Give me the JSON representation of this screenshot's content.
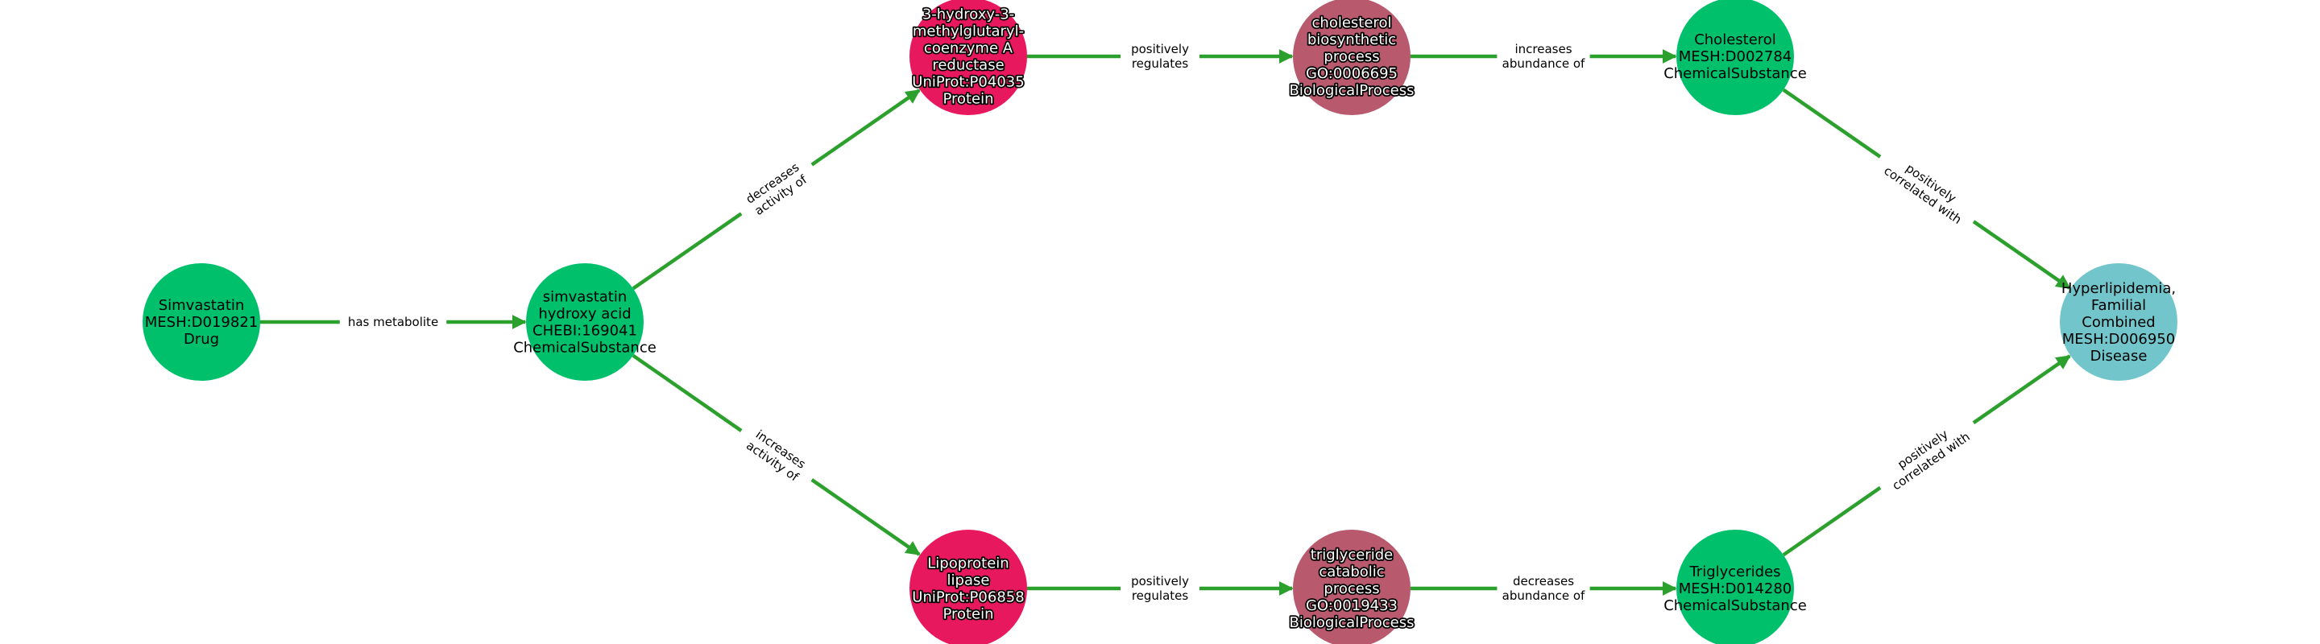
{
  "colors": {
    "edge": "#2ca02c",
    "Drug": "#00c06c",
    "ChemicalSubstance": "#00c06c",
    "Protein": "#e8185e",
    "BiologicalProcess": "#b8596e",
    "Disease": "#72c6cb"
  },
  "nodes": [
    {
      "id": "simvastatin",
      "lines": [
        "Simvastatin",
        "MESH:D019821",
        "Drug"
      ],
      "type": "Drug",
      "outlined": false
    },
    {
      "id": "shacid",
      "lines": [
        "simvastatin",
        "hydroxy acid",
        "CHEBI:169041",
        "ChemicalSubstance"
      ],
      "type": "ChemicalSubstance",
      "outlined": false
    },
    {
      "id": "hmgcr",
      "lines": [
        "3-hydroxy-3-",
        "methylglutaryl-",
        "coenzyme A",
        "reductase",
        "UniProt:P04035",
        "Protein"
      ],
      "type": "Protein",
      "outlined": true
    },
    {
      "id": "cholbio",
      "lines": [
        "cholesterol",
        "biosynthetic",
        "process",
        "GO:0006695",
        "BiologicalProcess"
      ],
      "type": "BiologicalProcess",
      "outlined": true
    },
    {
      "id": "cholesterol",
      "lines": [
        "Cholesterol",
        "MESH:D002784",
        "ChemicalSubstance"
      ],
      "type": "ChemicalSubstance",
      "outlined": false
    },
    {
      "id": "hyperlip",
      "lines": [
        "Hyperlipidemia,",
        "Familial",
        "Combined",
        "MESH:D006950",
        "Disease"
      ],
      "type": "Disease",
      "outlined": false
    },
    {
      "id": "lpl",
      "lines": [
        "Lipoprotein",
        "lipase",
        "UniProt:P06858",
        "Protein"
      ],
      "type": "Protein",
      "outlined": true
    },
    {
      "id": "tgcat",
      "lines": [
        "triglyceride",
        "catabolic",
        "process",
        "GO:0019433",
        "BiologicalProcess"
      ],
      "type": "BiologicalProcess",
      "outlined": true
    },
    {
      "id": "triglycerides",
      "lines": [
        "Triglycerides",
        "MESH:D014280",
        "ChemicalSubstance"
      ],
      "type": "ChemicalSubstance",
      "outlined": false
    }
  ],
  "edges": [
    {
      "from": "simvastatin",
      "to": "shacid",
      "lines": [
        "has metabolite"
      ]
    },
    {
      "from": "shacid",
      "to": "hmgcr",
      "lines": [
        "decreases",
        "activity of"
      ]
    },
    {
      "from": "shacid",
      "to": "lpl",
      "lines": [
        "increases",
        "activity of"
      ]
    },
    {
      "from": "hmgcr",
      "to": "cholbio",
      "lines": [
        "positively",
        "regulates"
      ]
    },
    {
      "from": "cholbio",
      "to": "cholesterol",
      "lines": [
        "increases",
        "abundance of"
      ]
    },
    {
      "from": "cholesterol",
      "to": "hyperlip",
      "lines": [
        "positively",
        "correlated with"
      ]
    },
    {
      "from": "lpl",
      "to": "tgcat",
      "lines": [
        "positively",
        "regulates"
      ]
    },
    {
      "from": "tgcat",
      "to": "triglycerides",
      "lines": [
        "decreases",
        "abundance of"
      ]
    },
    {
      "from": "triglycerides",
      "to": "hyperlip",
      "lines": [
        "positively",
        "correlated with"
      ]
    }
  ]
}
